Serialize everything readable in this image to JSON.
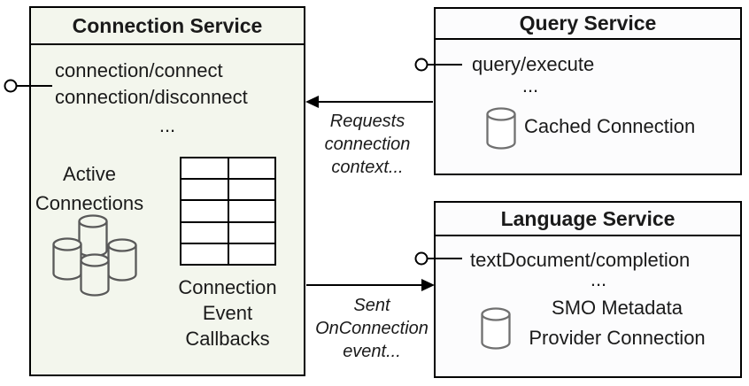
{
  "colors": {
    "connection_box_fill": "#f3f6ed",
    "service_box_fill": "#fcfcfd",
    "border": "#000000",
    "cylinder_stroke": "#595959",
    "text": "#1a1a1a"
  },
  "connection_service": {
    "title": "Connection Service",
    "methods": "connection/connect\nconnection/disconnect",
    "ellipsis": "...",
    "active_connections_label": "Active\nConnections",
    "callbacks_label": "Connection\nEvent\nCallbacks",
    "icons": {
      "active_connections": "database-cluster-icon",
      "callbacks": "callback-table-grid",
      "interface": "lollipop-interface-connector"
    }
  },
  "query_service": {
    "title": "Query Service",
    "method": "query/execute",
    "ellipsis": "...",
    "connection_label": "Cached Connection",
    "icons": {
      "connection": "database-cylinder-icon",
      "interface": "lollipop-interface-connector"
    }
  },
  "language_service": {
    "title": "Language Service",
    "method": "textDocument/completion",
    "ellipsis": "...",
    "connection_label": "SMO Metadata\nProvider Connection",
    "icons": {
      "connection": "database-cylinder-icon",
      "interface": "lollipop-interface-connector"
    }
  },
  "arrows": {
    "request_label": "Requests\nconnection\ncontext...",
    "event_label": "Sent\nOnConnection\nevent..."
  }
}
